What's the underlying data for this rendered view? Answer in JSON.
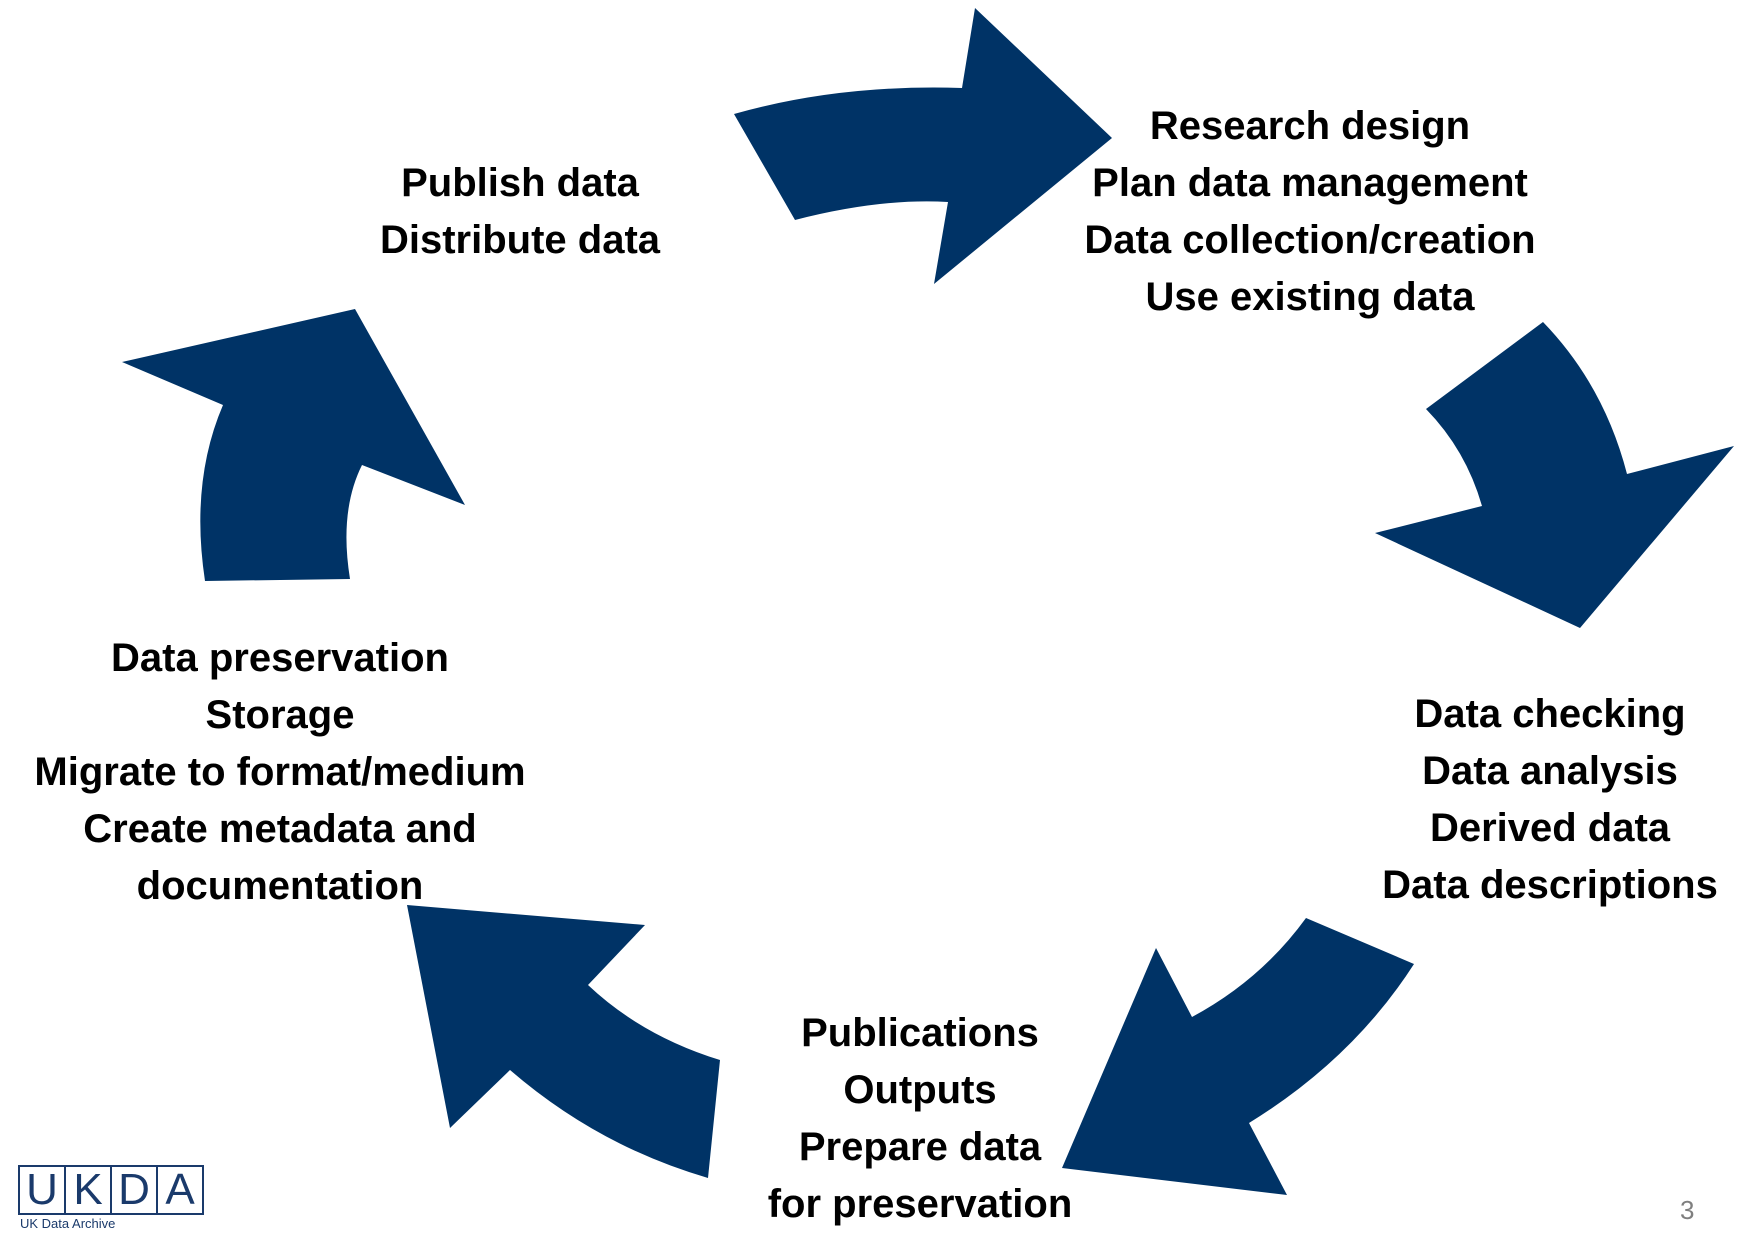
{
  "colors": {
    "arrow": "#003366",
    "text": "#000000",
    "logo": "#1a3a6b",
    "page_number": "#7f7f7f"
  },
  "stages": {
    "publish": [
      "Publish data",
      "Distribute data"
    ],
    "research": [
      "Research design",
      "Plan data management",
      "Data collection/creation",
      "Use existing data"
    ],
    "analysis": [
      "Data checking",
      "Data analysis",
      "Derived data",
      "Data descriptions"
    ],
    "outputs": [
      "Publications",
      "Outputs",
      "Prepare data",
      "for preservation"
    ],
    "preservation": [
      "Data preservation",
      "Storage",
      "Migrate to format/medium",
      "Create metadata and",
      "documentation"
    ]
  },
  "logo": {
    "letters": [
      "U",
      "K",
      "D",
      "A"
    ],
    "subtitle": "UK Data Archive"
  },
  "page_number": "3"
}
